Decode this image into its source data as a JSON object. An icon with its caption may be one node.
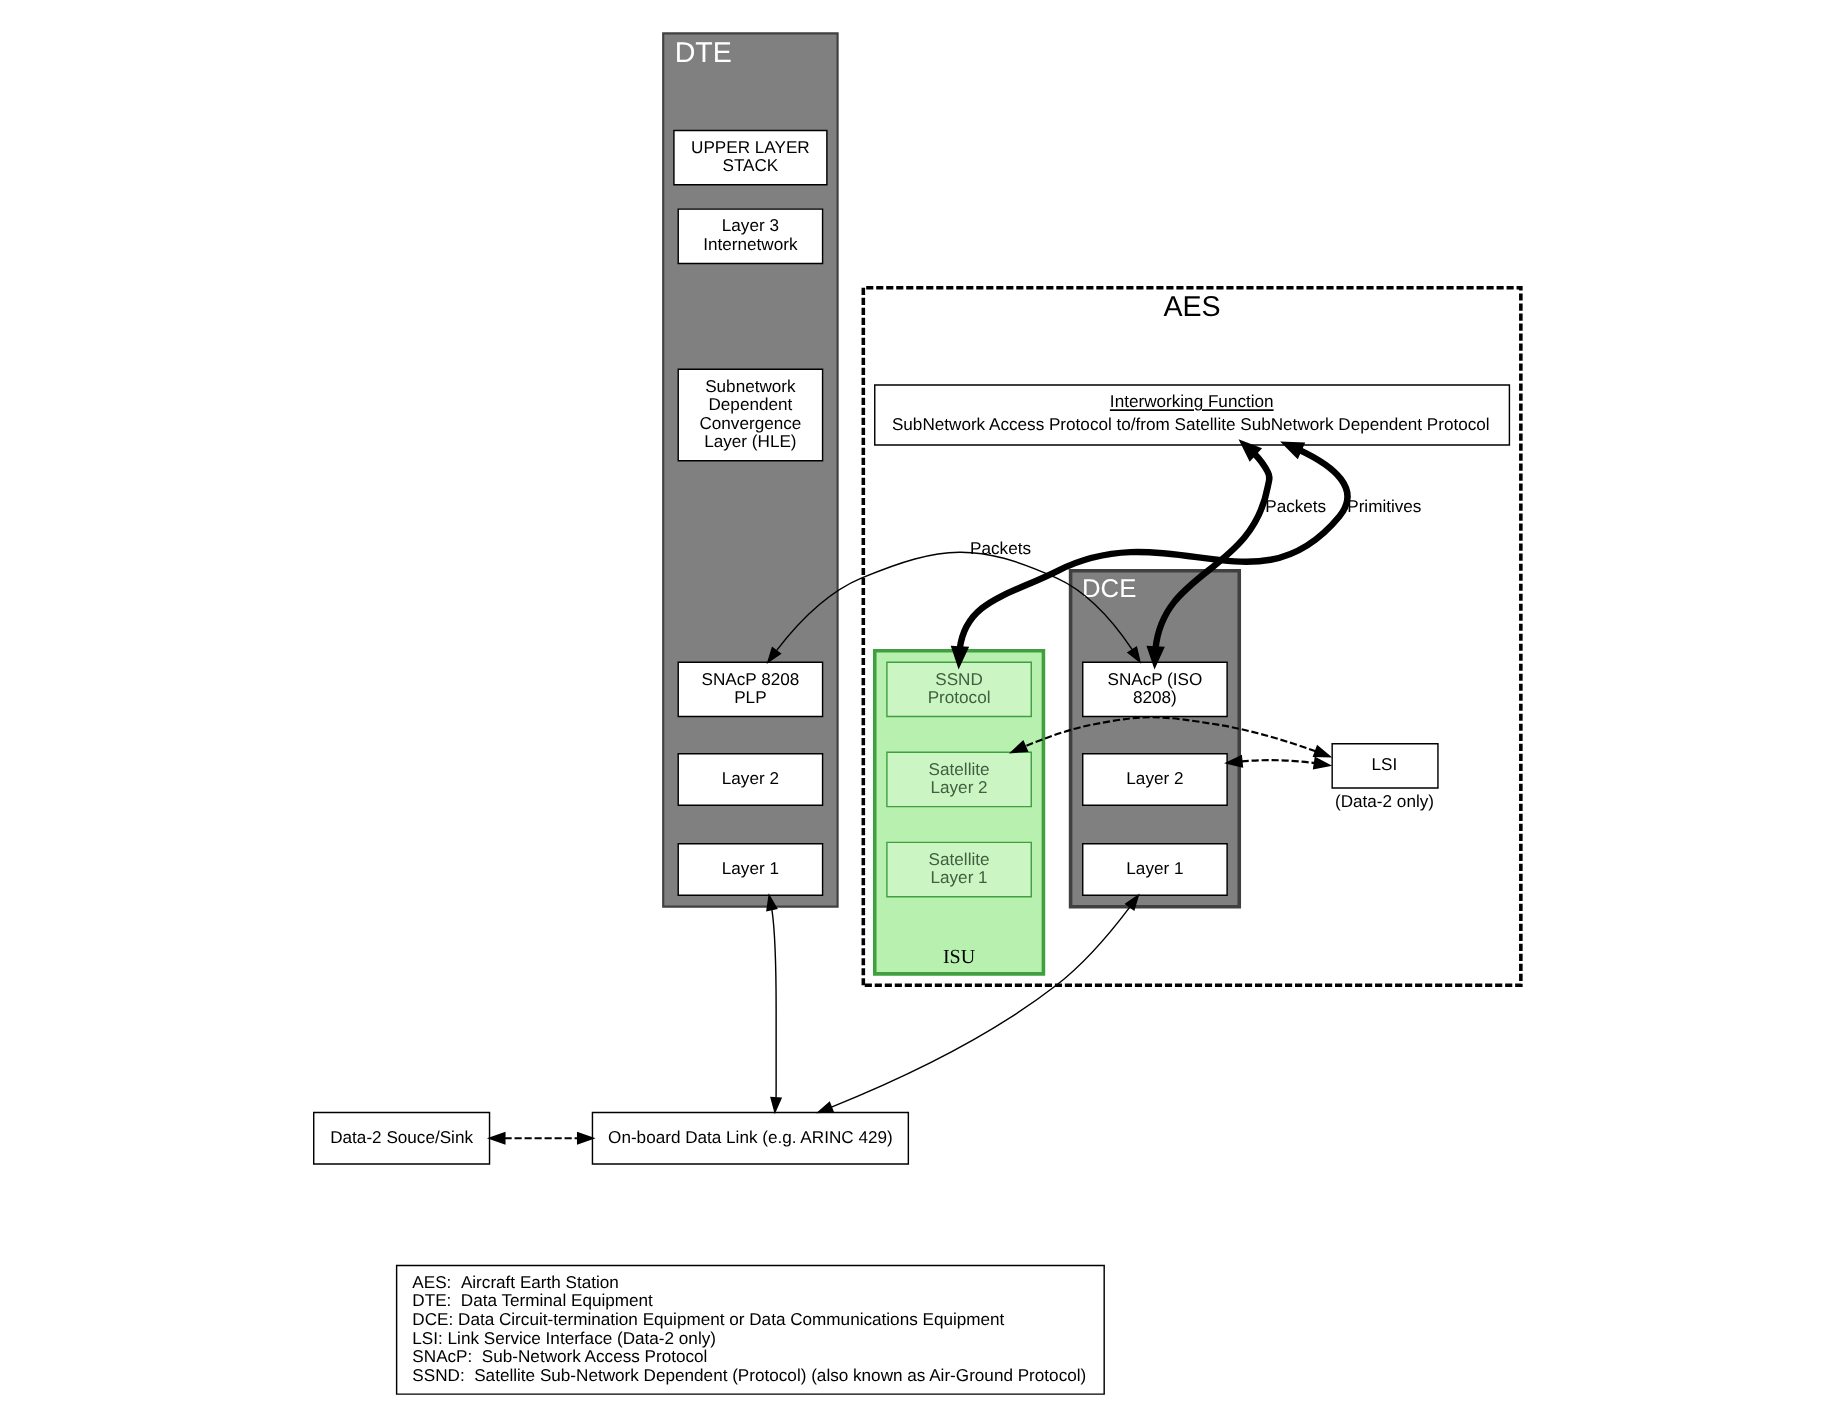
{
  "diagram": {
    "nodes": [
      {
        "text": [
          "DTE"
        ]
      },
      {
        "text": [
          "UPPER LAYER STACK"
        ],
        "in": 0
      },
      {
        "text": [
          "Layer 3 Internetwork"
        ],
        "in": 0
      },
      {
        "text": [
          "Subnetwork Dependent Convergence Layer (HLE)"
        ],
        "in": 0
      },
      {
        "text": [
          "SNAcP 8208 PLP"
        ],
        "in": 0
      },
      {
        "text": [
          "Layer 2"
        ],
        "in": 0
      },
      {
        "text": [
          "Layer 1"
        ],
        "in": 0
      },
      {
        "text": [
          "AES"
        ]
      },
      {
        "text": [
          "Interworking Function",
          "SubNetwork Access Protocol to/from Satellite SubNetwork Dependent Protocol"
        ],
        "in": 7
      },
      {
        "text": [
          "DCE"
        ],
        "in": 7
      },
      {
        "text": [
          "SNAcP (ISO 8208)"
        ],
        "in": 9
      },
      {
        "text": [
          "Layer 2"
        ],
        "in": 9
      },
      {
        "text": [
          "Layer 1"
        ],
        "in": 9
      },
      {
        "text": [
          "LSI"
        ],
        "in": 7,
        "beside": [
          "(Data-2 only)"
        ]
      },
      {
        "text": [
          "ISU"
        ],
        "in": 7
      },
      {
        "text": [
          "SSND Protocol"
        ],
        "in": 14
      },
      {
        "text": [
          "Satellite Layer 2"
        ],
        "in": 14
      },
      {
        "text": [
          "Satellite Layer 1"
        ],
        "in": 14
      },
      {
        "text": [
          "Data-2 Souce/Sink"
        ]
      },
      {
        "text": [
          "On-board Data Link (e.g. ARINC 429)"
        ]
      },
      {
        "text": [
          "AES:  Aircraft Earth Station",
          "DTE:  Data Terminal Equipment",
          "DCE: Data Circuit-termination Equipment or Data Communications Equipment",
          "LSI: Link Service Interface (Data-2 only)",
          "SNAcP:  Sub-Network Access Protocol",
          "SSND:  Satellite Sub-Network Dependent (Protocol) (also known as Air-Ground Protocol)"
        ]
      }
    ],
    "edges": [
      {
        "from": 4,
        "to": 10,
        "arrow": "both",
        "label": "Packets"
      },
      {
        "from": 10,
        "to": 8,
        "arrow": "both",
        "label": "Packets",
        "style": "thick"
      },
      {
        "from": 15,
        "to": 8,
        "arrow": "both",
        "label": "Primitives",
        "style": "thick"
      },
      {
        "from": 11,
        "to": 13,
        "arrow": "both",
        "style": "dashed"
      },
      {
        "from": 13,
        "to": 16,
        "arrow": "both",
        "style": "dashed"
      },
      {
        "from": 6,
        "to": 19,
        "arrow": "both"
      },
      {
        "from": 12,
        "to": 19,
        "arrow": "both"
      },
      {
        "from": 18,
        "to": 19,
        "arrow": "both",
        "style": "dashed"
      }
    ]
  }
}
